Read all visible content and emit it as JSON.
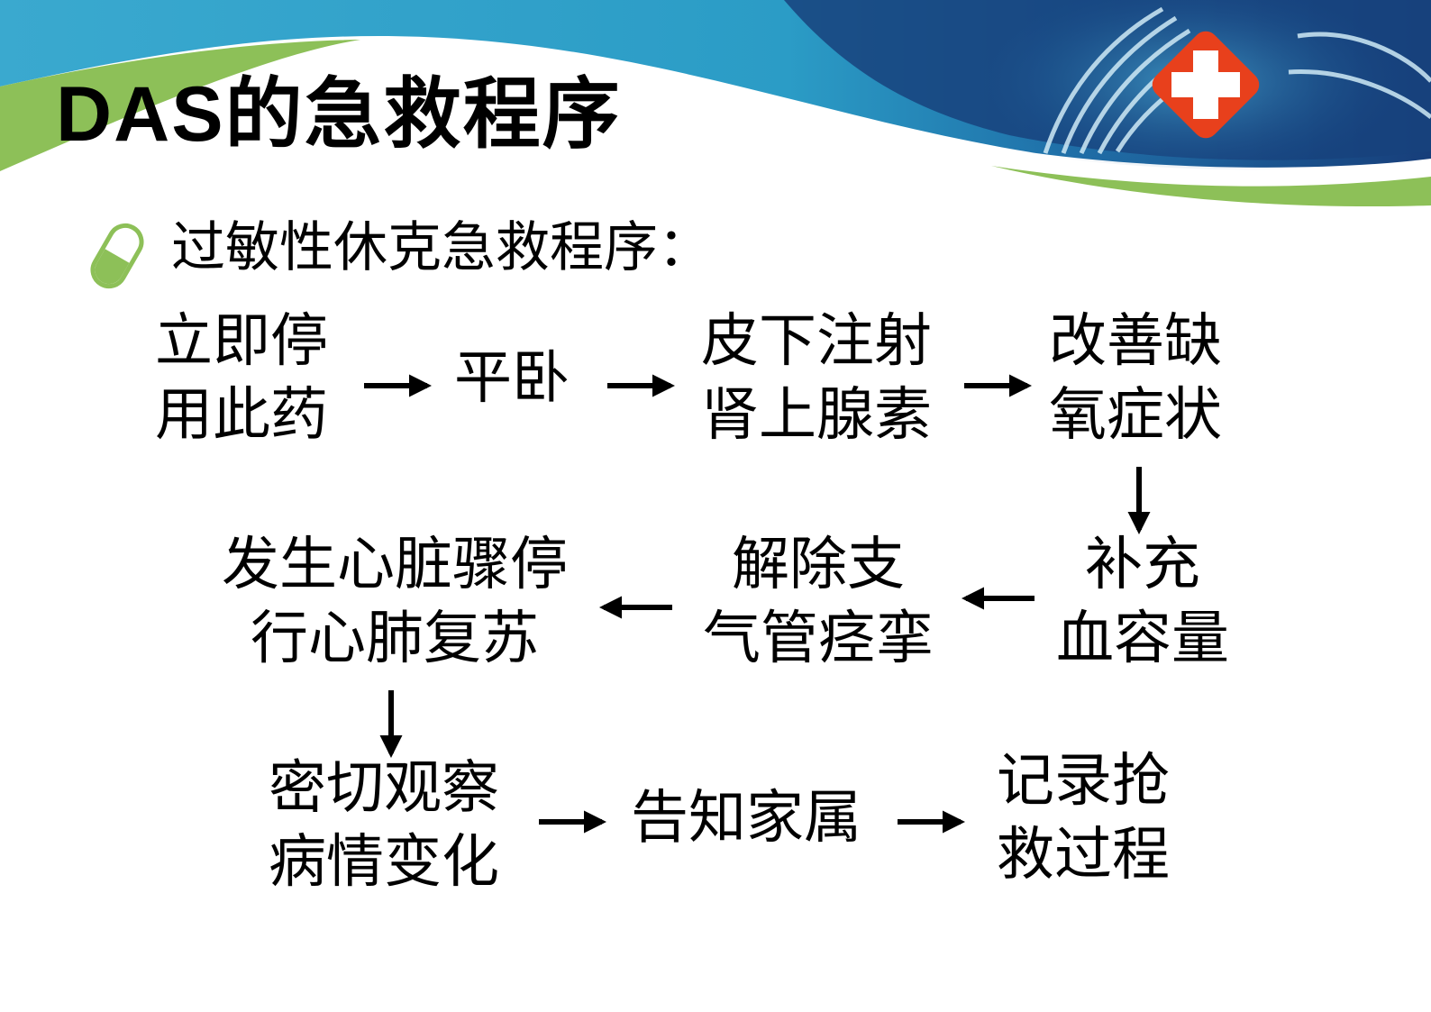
{
  "title": "DAS的急救程序",
  "subtitle": "过敏性休克急救程序：",
  "colors": {
    "teal": "#2a9fc4",
    "navy": "#143a72",
    "green": "#8dc058",
    "cross_red": "#e8401c",
    "text": "#000000"
  },
  "icons": [
    "pill-bullet-icon",
    "medical-cross-icon",
    "caduceus-wings-icon"
  ],
  "steps": [
    {
      "id": "s1",
      "lines": [
        "立即停",
        "用此药"
      ]
    },
    {
      "id": "s2",
      "lines": [
        "平卧"
      ]
    },
    {
      "id": "s3",
      "lines": [
        "皮下注射",
        "肾上腺素"
      ]
    },
    {
      "id": "s4",
      "lines": [
        "改善缺",
        "氧症状"
      ]
    },
    {
      "id": "s5",
      "lines": [
        "补充",
        "血容量"
      ]
    },
    {
      "id": "s6",
      "lines": [
        "解除支",
        "气管痉挛"
      ]
    },
    {
      "id": "s7",
      "lines": [
        "发生心脏骤停",
        "行心肺复苏"
      ]
    },
    {
      "id": "s8",
      "lines": [
        "密切观察",
        "病情变化"
      ]
    },
    {
      "id": "s9",
      "lines": [
        "告知家属"
      ]
    },
    {
      "id": "s10",
      "lines": [
        "记录抢",
        "救过程"
      ]
    }
  ],
  "flow": [
    [
      "s1",
      "s2"
    ],
    [
      "s2",
      "s3"
    ],
    [
      "s3",
      "s4"
    ],
    [
      "s4",
      "s5"
    ],
    [
      "s5",
      "s6"
    ],
    [
      "s6",
      "s7"
    ],
    [
      "s7",
      "s8"
    ],
    [
      "s8",
      "s9"
    ],
    [
      "s9",
      "s10"
    ]
  ]
}
